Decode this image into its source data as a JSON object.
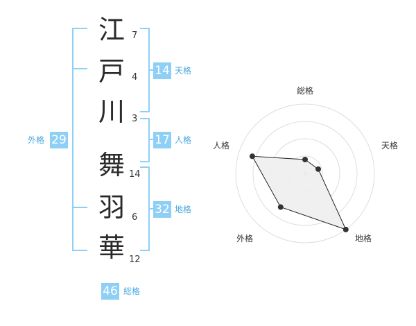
{
  "characters": [
    {
      "char": "江",
      "strokes": "7"
    },
    {
      "char": "戸",
      "strokes": "4"
    },
    {
      "char": "川",
      "strokes": "3"
    },
    {
      "char": "舞",
      "strokes": "14"
    },
    {
      "char": "羽",
      "strokes": "6"
    },
    {
      "char": "華",
      "strokes": "12"
    }
  ],
  "fortunes": {
    "tenkaku": {
      "value": "14",
      "label": "天格"
    },
    "jinkaku": {
      "value": "17",
      "label": "人格"
    },
    "chikaku": {
      "value": "32",
      "label": "地格"
    },
    "gaikaku": {
      "value": "29",
      "label": "外格"
    },
    "soukaku": {
      "value": "46",
      "label": "総格"
    }
  },
  "radar": {
    "axes": [
      "総格",
      "天格",
      "地格",
      "外格",
      "人格"
    ],
    "values": [
      0.2,
      0.2,
      1.0,
      0.6,
      0.8
    ],
    "fill_color": "#eeeeee",
    "line_color": "#222222",
    "ring_color": "#dddddd"
  }
}
